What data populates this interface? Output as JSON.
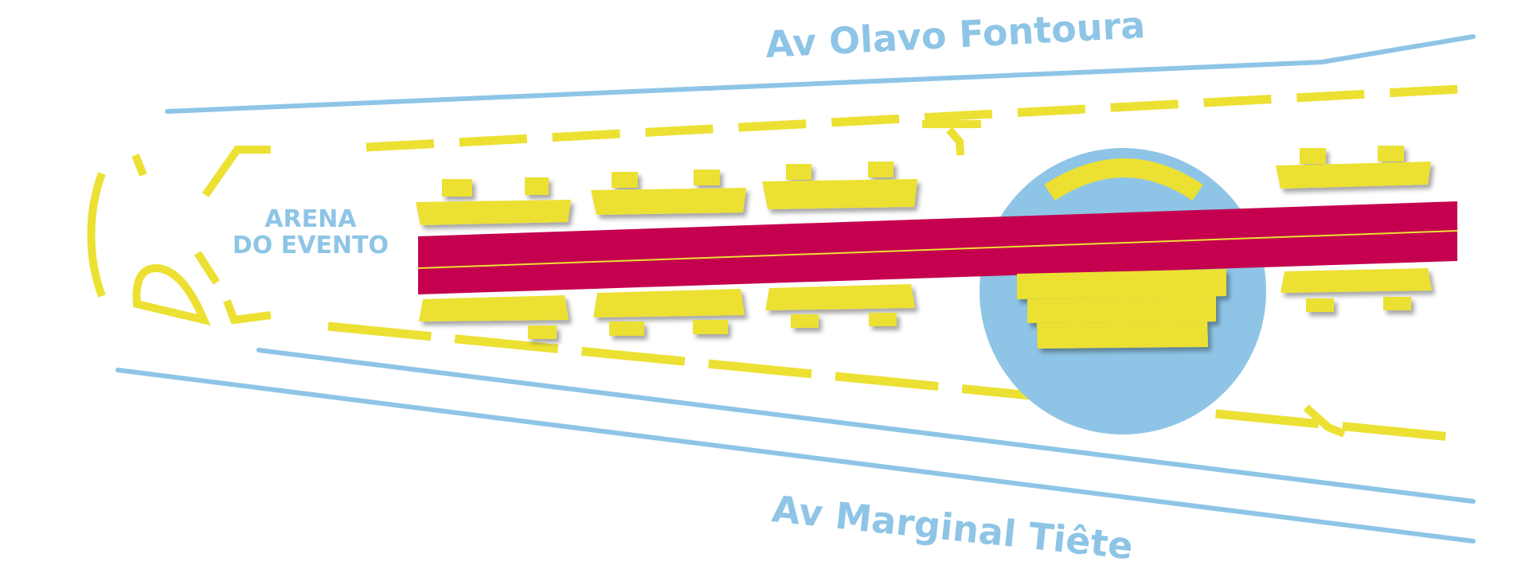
{
  "streets": {
    "top": "Av Olavo Fontoura",
    "bottom": "Av Marginal Tiête"
  },
  "area": {
    "line1": "ARENA",
    "line2": "DO EVENTO"
  },
  "colors": {
    "road": "#8ec5e6",
    "marking": "#ece033",
    "track": "#c4004f",
    "stage": "#8ec5e6",
    "label": "#8ec5e6"
  },
  "icons": {
    "track": "runway-track",
    "stage": "circular-stage",
    "stands": "bleacher-blocks"
  }
}
